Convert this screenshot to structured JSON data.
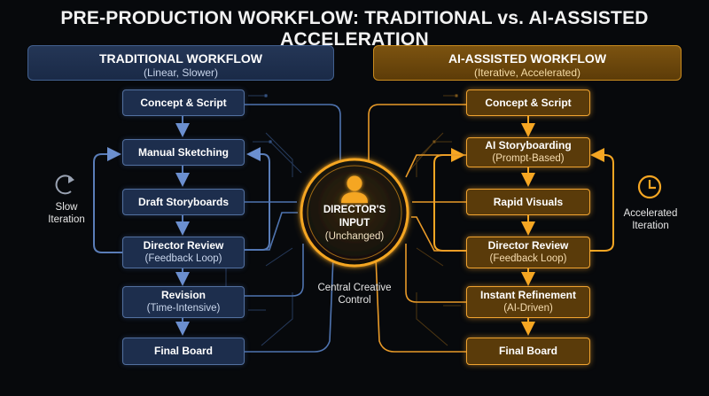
{
  "title": "PRE-PRODUCTION WORKFLOW: TRADITIONAL vs. AI-ASSISTED ACCELERATION",
  "traditional": {
    "title": "TRADITIONAL WORKFLOW",
    "subtitle": "(Linear, Slower)",
    "steps": [
      {
        "label": "Concept & Script",
        "sub": ""
      },
      {
        "label": "Manual Sketching",
        "sub": ""
      },
      {
        "label": "Draft Storyboards",
        "sub": ""
      },
      {
        "label": "Director Review",
        "sub": "(Feedback Loop)"
      },
      {
        "label": "Revision",
        "sub": "(Time-Intensive)"
      },
      {
        "label": "Final Board",
        "sub": ""
      }
    ],
    "loop_label_line1": "Slow",
    "loop_label_line2": "Iteration",
    "loop_icon": "refresh-icon",
    "color": "#4a73b5"
  },
  "ai": {
    "title": "AI-ASSISTED WORKFLOW",
    "subtitle": "(Iterative, Accelerated)",
    "steps": [
      {
        "label": "Concept & Script",
        "sub": ""
      },
      {
        "label": "AI Storyboarding",
        "sub": "(Prompt-Based)"
      },
      {
        "label": "Rapid Visuals",
        "sub": ""
      },
      {
        "label": "Director Review",
        "sub": "(Feedback Loop)"
      },
      {
        "label": "Instant Refinement",
        "sub": "(AI-Driven)"
      },
      {
        "label": "Final Board",
        "sub": ""
      }
    ],
    "loop_label_line1": "Accelerated",
    "loop_label_line2": "Iteration",
    "loop_icon": "clock-icon",
    "color": "#f5a623"
  },
  "center": {
    "line1": "DIRECTOR'S",
    "line2": "INPUT",
    "line3": "(Unchanged)",
    "icon": "person-icon",
    "caption_line1": "Central Creative",
    "caption_line2": "Control"
  }
}
